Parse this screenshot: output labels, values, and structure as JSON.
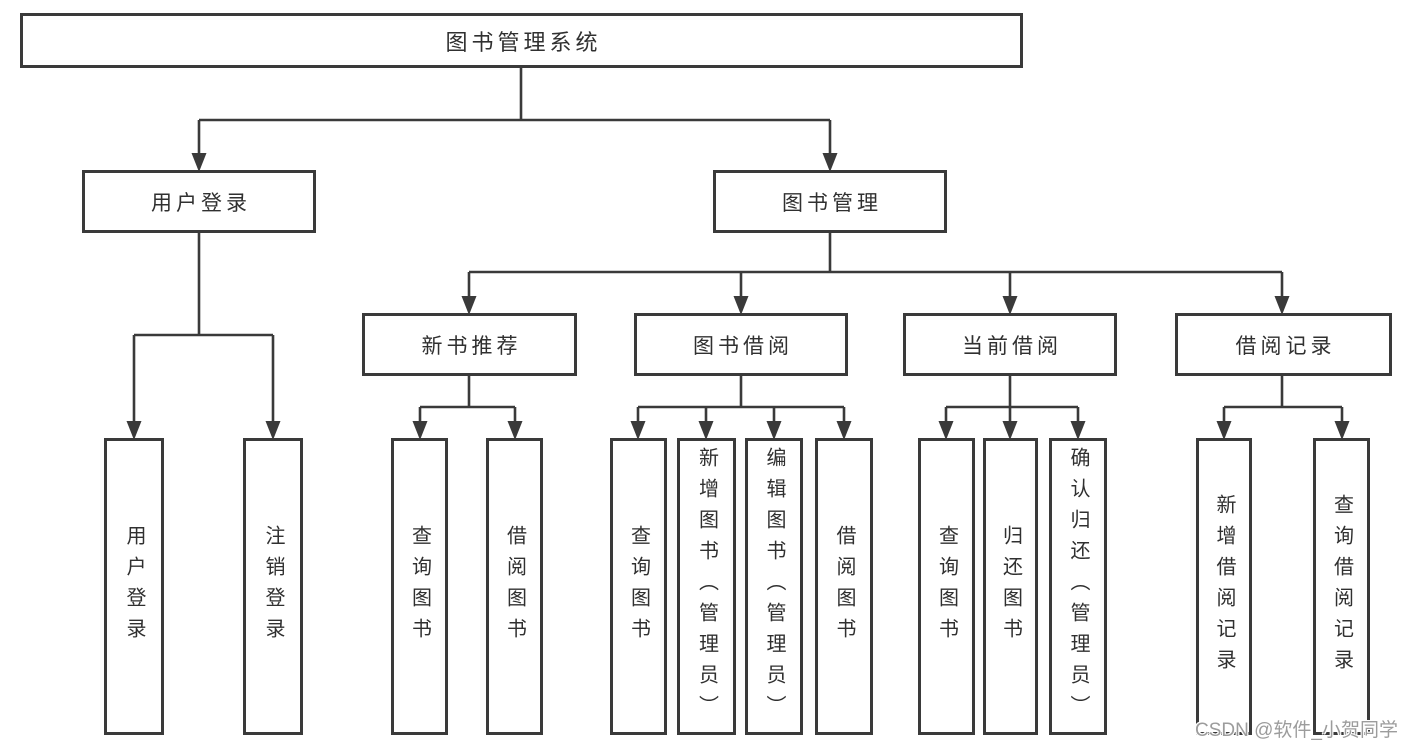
{
  "title": "图书管理系统",
  "watermark": "CSDN @软件_小贺同学",
  "colors": {
    "line": "#3a3a3a",
    "box_background": "#ffffff",
    "text": "#303030",
    "watermark": "#9c9c9c"
  },
  "nodes": {
    "root": {
      "label": "图书管理系统"
    },
    "level2": [
      {
        "label": "用户登录"
      },
      {
        "label": "图书管理"
      }
    ],
    "level3": [
      {
        "label": "新书推荐"
      },
      {
        "label": "图书借阅"
      },
      {
        "label": "当前借阅"
      },
      {
        "label": "借阅记录"
      }
    ],
    "leaves": {
      "user_login": [
        {
          "label": "用户登录"
        },
        {
          "label": "注销登录"
        }
      ],
      "new_book_recommend": [
        {
          "label": "查询图书"
        },
        {
          "label": "借阅图书"
        }
      ],
      "book_borrow": [
        {
          "label": "查询图书"
        },
        {
          "label": "新增图书（管理员）"
        },
        {
          "label": "编辑图书（管理员）"
        },
        {
          "label": "借阅图书"
        }
      ],
      "current_borrow": [
        {
          "label": "查询图书"
        },
        {
          "label": "归还图书"
        },
        {
          "label": "确认归还（管理员）"
        }
      ],
      "borrow_records": [
        {
          "label": "新增借阅记录"
        },
        {
          "label": "查询借阅记录"
        }
      ]
    }
  },
  "edges": [
    {
      "from": "图书管理系统",
      "to": "用户登录"
    },
    {
      "from": "图书管理系统",
      "to": "图书管理"
    },
    {
      "from": "用户登录",
      "to": "用户登录"
    },
    {
      "from": "用户登录",
      "to": "注销登录"
    },
    {
      "from": "图书管理",
      "to": "新书推荐"
    },
    {
      "from": "图书管理",
      "to": "图书借阅"
    },
    {
      "from": "图书管理",
      "to": "当前借阅"
    },
    {
      "from": "图书管理",
      "to": "借阅记录"
    },
    {
      "from": "新书推荐",
      "to": "查询图书"
    },
    {
      "from": "新书推荐",
      "to": "借阅图书"
    },
    {
      "from": "图书借阅",
      "to": "查询图书"
    },
    {
      "from": "图书借阅",
      "to": "新增图书（管理员）"
    },
    {
      "from": "图书借阅",
      "to": "编辑图书（管理员）"
    },
    {
      "from": "图书借阅",
      "to": "借阅图书"
    },
    {
      "from": "当前借阅",
      "to": "查询图书"
    },
    {
      "from": "当前借阅",
      "to": "归还图书"
    },
    {
      "from": "当前借阅",
      "to": "确认归还（管理员）"
    },
    {
      "from": "借阅记录",
      "to": "新增借阅记录"
    },
    {
      "from": "借阅记录",
      "to": "查询借阅记录"
    }
  ]
}
